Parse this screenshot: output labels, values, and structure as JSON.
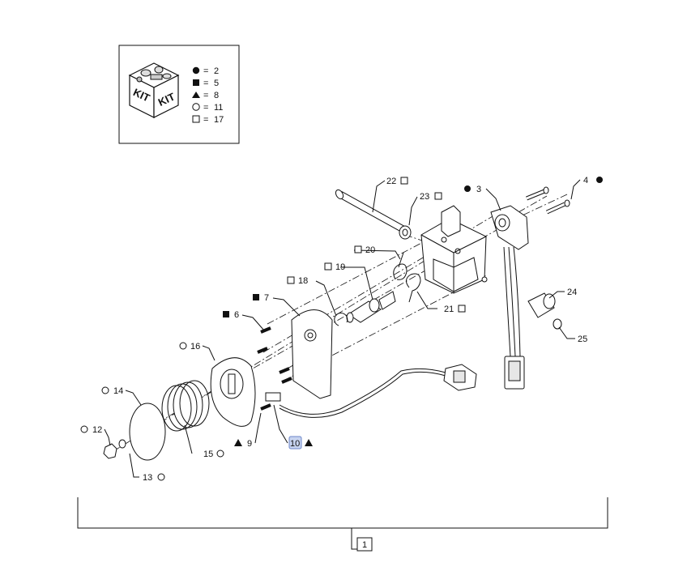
{
  "kit_legend": {
    "box_text_left": "KIT",
    "box_text_right": "KIT",
    "rows": [
      {
        "symbol": "filled-circle",
        "eq": "=",
        "count": "2"
      },
      {
        "symbol": "filled-square",
        "eq": "=",
        "count": "5"
      },
      {
        "symbol": "filled-triangle",
        "eq": "=",
        "count": "8"
      },
      {
        "symbol": "open-circle",
        "eq": "=",
        "count": "11"
      },
      {
        "symbol": "open-square",
        "eq": "=",
        "count": "17"
      }
    ]
  },
  "callouts": {
    "c1": "1",
    "c3": "3",
    "c4": "4",
    "c6": "6",
    "c7": "7",
    "c9": "9",
    "c10": "10",
    "c12": "12",
    "c13": "13",
    "c14": "14",
    "c15": "15",
    "c16": "16",
    "c18": "18",
    "c19": "19",
    "c20": "20",
    "c21": "21",
    "c22": "22",
    "c23": "23",
    "c24": "24",
    "c25": "25"
  }
}
